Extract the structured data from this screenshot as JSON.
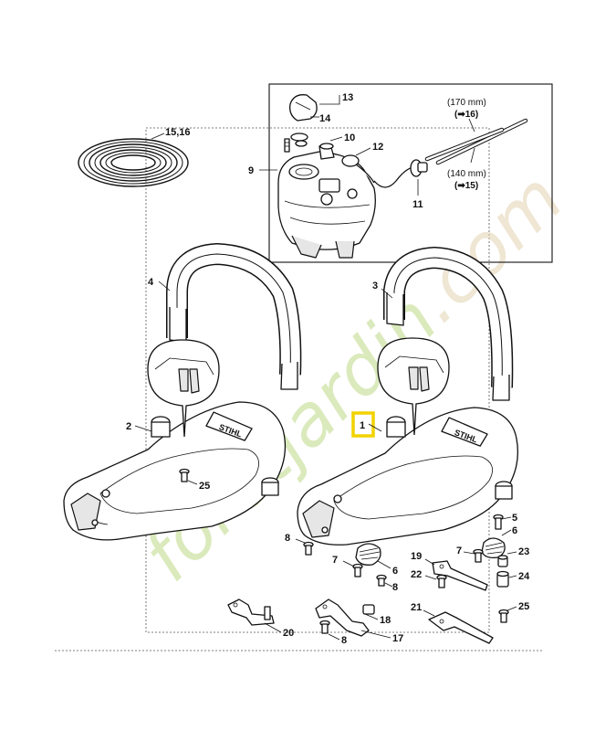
{
  "callouts": {
    "c1": "1",
    "c2": "2",
    "c3": "3",
    "c4": "4",
    "c5": "5",
    "c6a": "6",
    "c6b": "6",
    "c7a": "7",
    "c7b": "7",
    "c8a": "8",
    "c8b": "8",
    "c8c": "8",
    "c9": "9",
    "c10": "10",
    "c11": "11",
    "c12": "12",
    "c13": "13",
    "c14": "14",
    "c1516": "15,16",
    "c17": "17",
    "c18": "18",
    "c19": "19",
    "c20": "20",
    "c21": "21",
    "c22": "22",
    "c23": "23",
    "c24": "24",
    "c25a": "25",
    "c25b": "25"
  },
  "dimensions": {
    "hose_long": "(170 mm)",
    "hose_long_ref": "(➡16)",
    "hose_short": "(140 mm)",
    "hose_short_ref": "(➡15)"
  },
  "watermark": {
    "part1": "foret",
    "part2": "jardin",
    "part3": ".com"
  },
  "brand_decal": "STIHL"
}
